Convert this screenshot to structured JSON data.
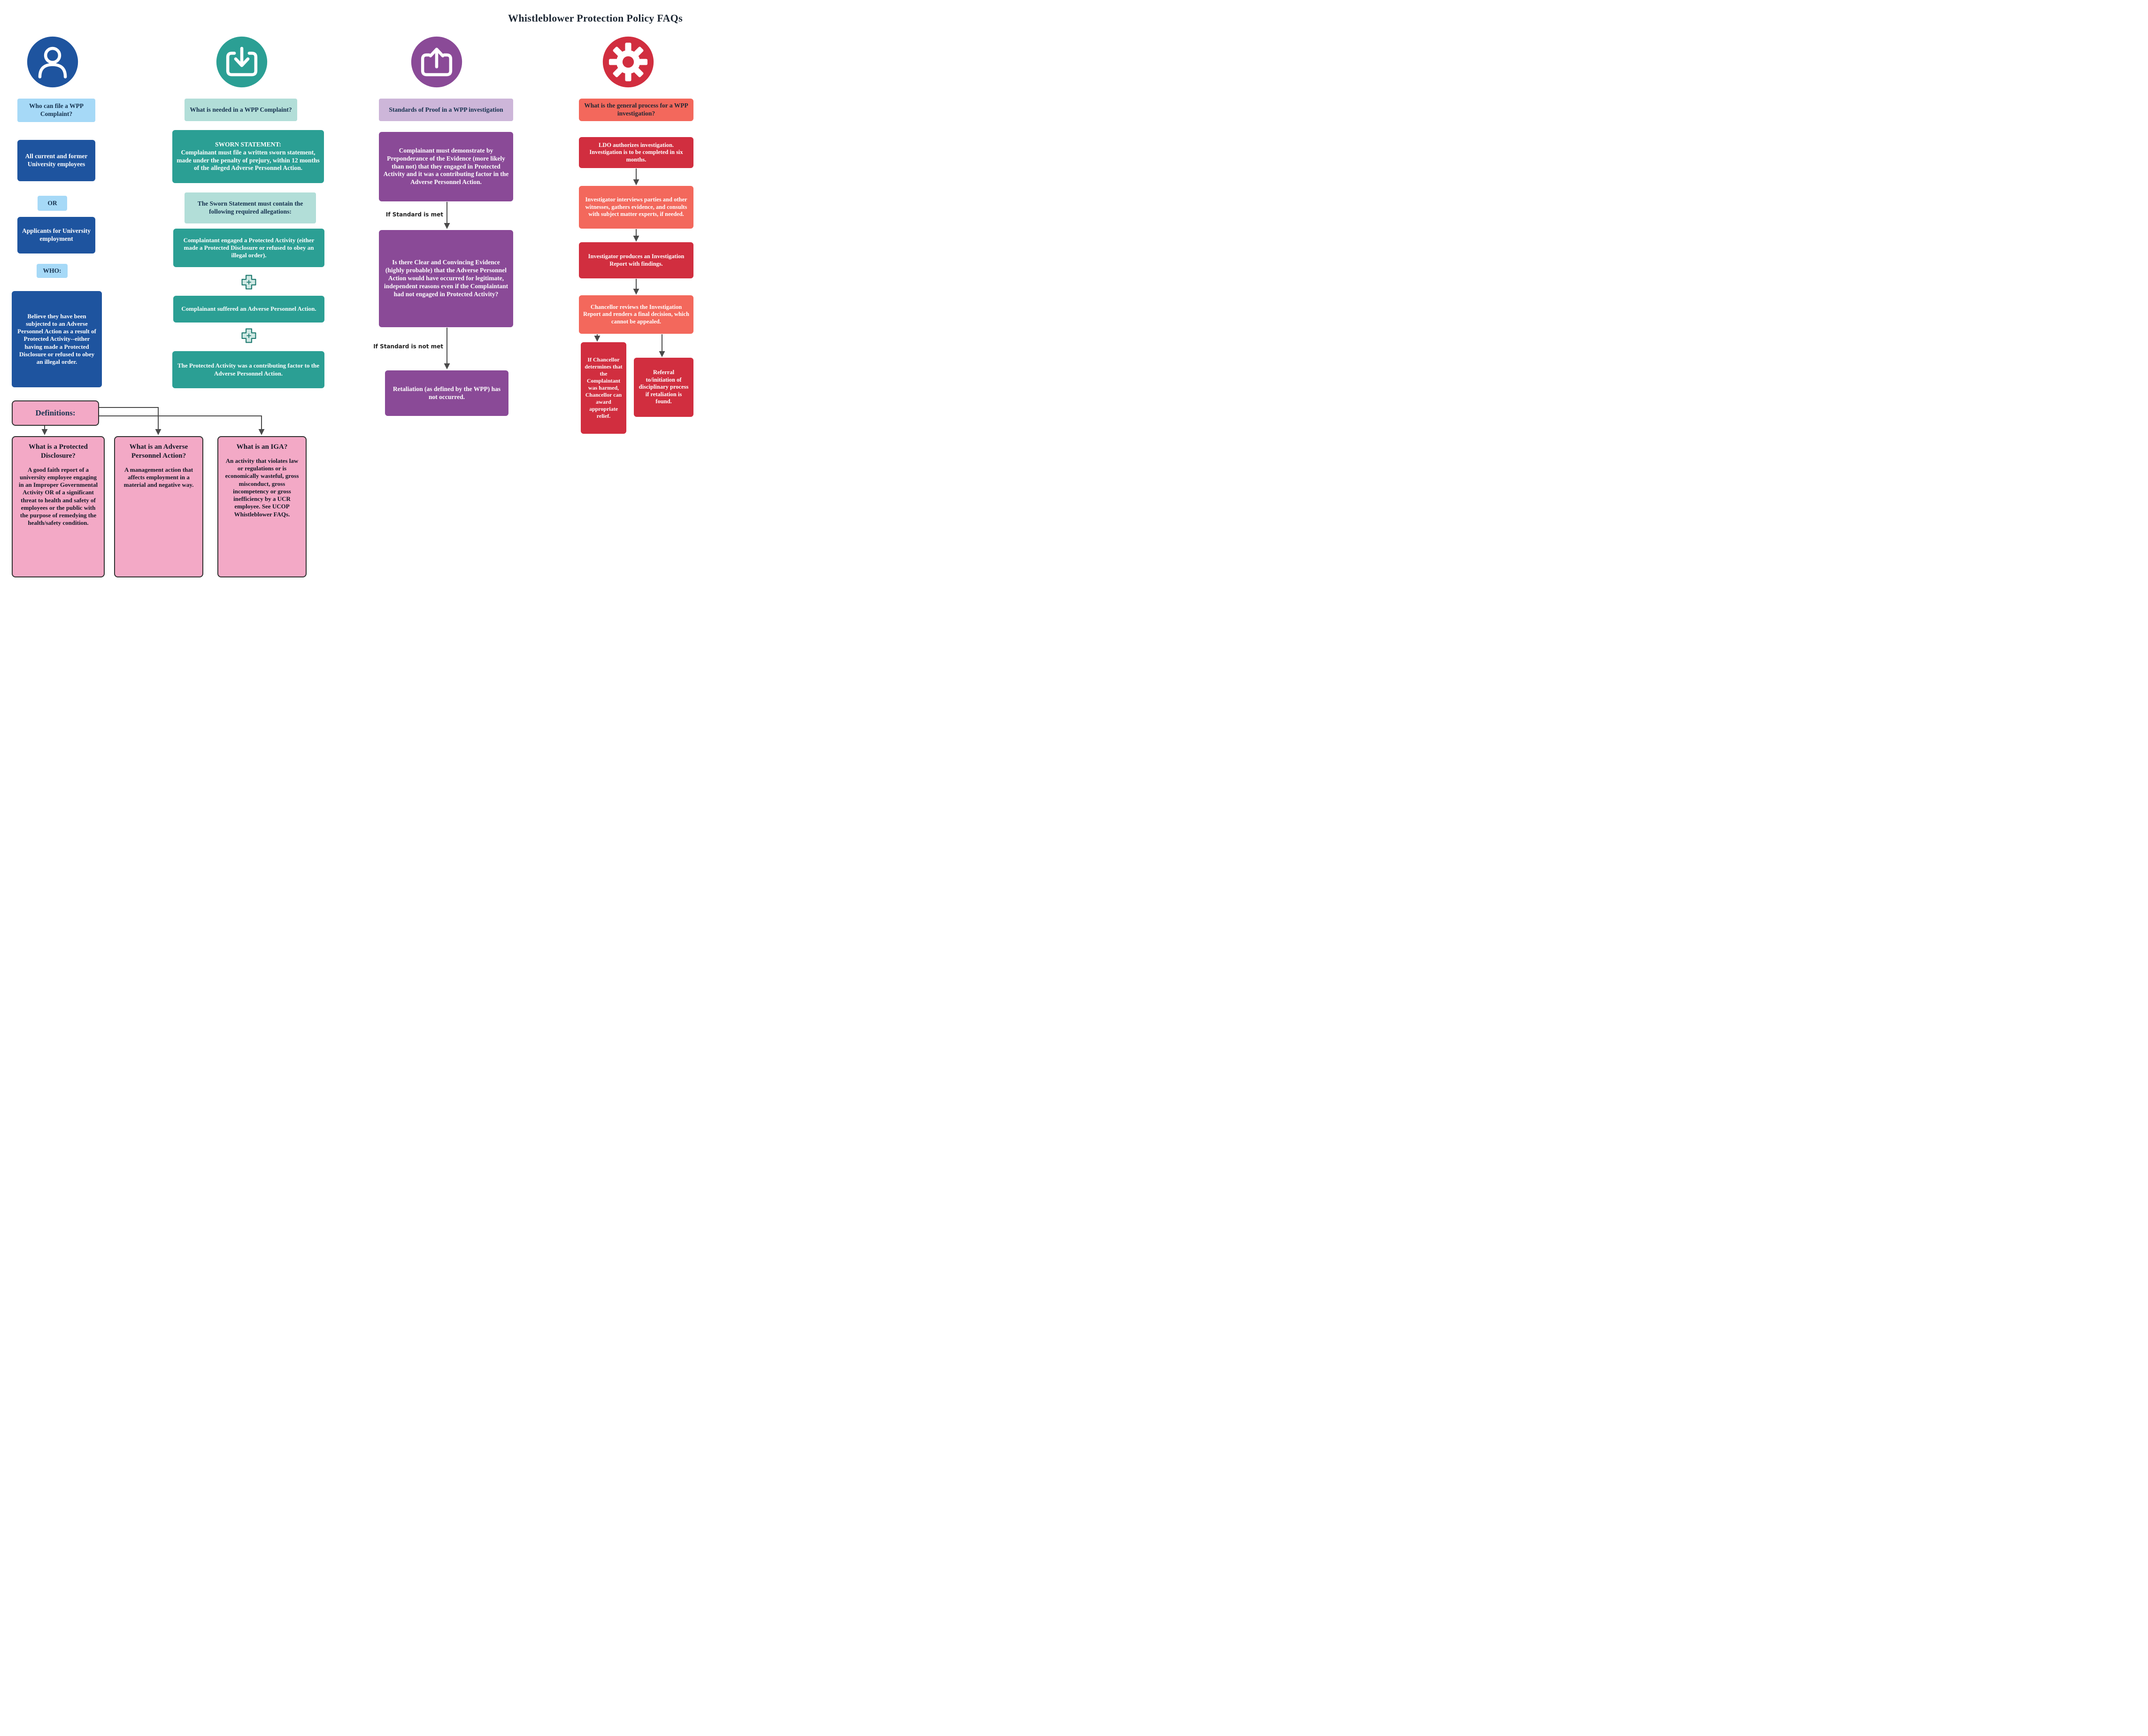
{
  "title": "Whistleblower Protection Policy FAQs",
  "col_who": {
    "icon": "person-icon",
    "header": "Who can file a WPP Complaint?",
    "all_employees": "All current and former University employees",
    "or": "OR",
    "applicants": "Applicants for University employment",
    "who": "WHO:",
    "believe": "Believe they have been subjected to an Adverse Personnel Action as a result of Protected Activity--either having made a Protected Disclosure or refused to obey an illegal order."
  },
  "col_needed": {
    "icon": "download-icon",
    "header": "What is needed in a WPP Complaint?",
    "sworn_title": "SWORN STATEMENT:",
    "sworn_body": "Complainant must file a written sworn statement, made under the penalty of prejury, within 12 months of the alleged Adverse Personnel Action.",
    "must_contain": "The Sworn Statement must contain the following required allegations:",
    "allegation1": "Complaintant engaged a Protected Activity (either made a Protected Disclosure or refused to obey an illegal order).",
    "plus": "+",
    "allegation2": "Complainant suffered an Adverse Personnel Action.",
    "allegation3": "The Protected Activity was a contributing factor to the Adverse Personnel Action."
  },
  "col_standards": {
    "icon": "upload-icon",
    "header": "Standards of Proof  in a WPP investigation",
    "step1": "Complainant must demonstrate by Preponderance of the Evidence (more likely than not) that they engaged in Protected Activity and it was a contributing factor in the  Adverse Personnel Action.",
    "if_met": "If Standard is met",
    "step2": "Is there Clear and Convincing Evidence (highly probable) that the Adverse Personnel Action would have occurred for legitimate, independent reasons even if the Complaintant had not engaged in Protected Activity?",
    "if_not_met": "If Standard is not met",
    "step3": "Retaliation (as defined by the WPP) has not occurred."
  },
  "col_process": {
    "icon": "gear-icon",
    "header": "What is the general process for a WPP investigation?",
    "step1": "LDO authorizes investigation. Investigation is to be completed in six months.",
    "step2": "Investigator interviews parties and other witnesses, gathers evidence, and consults with subject matter experts, if needed.",
    "step3": "Investigator produces an Investigation Report with findings.",
    "step4": "Chancellor reviews the Investigation Report and renders a final decision, which cannot be appealed.",
    "branch_left": "If Chancellor determines that the Complaintant was harmed, Chancellor can award appropriate relief.",
    "branch_right": "Referral to/initiation of disciplinary process if retaliation is found."
  },
  "definitions": {
    "title": "Definitions:",
    "items": [
      {
        "heading": "What is a Protected Disclosure?",
        "body": "A good faith report of a university employee engaging in an Improper Governmental Activity OR of a significant  threat to health and safety of employees or the public with the purpose of remedying the health/safety condition."
      },
      {
        "heading": "What is an Adverse Personnel Action?",
        "body": "A management action that affects employment in a material and negative way."
      },
      {
        "heading": "What is an IGA?",
        "body": "An activity that violates law or regulations or is economically wasteful, gross misconduct, gross incompetency or gross inefficiency by a UCR employee. See UCOP Whistleblower FAQs."
      }
    ]
  },
  "colors": {
    "blue_dark": "#1e549f",
    "blue_light": "#a6d9f7",
    "teal": "#2b9f94",
    "teal_light": "#b2ded8",
    "purple": "#8a4a97",
    "purple_light": "#cdb6d9",
    "red": "#d12e3f",
    "salmon": "#f3685c",
    "pink": "#f3a9c6",
    "connector": "#4a4a4a"
  }
}
